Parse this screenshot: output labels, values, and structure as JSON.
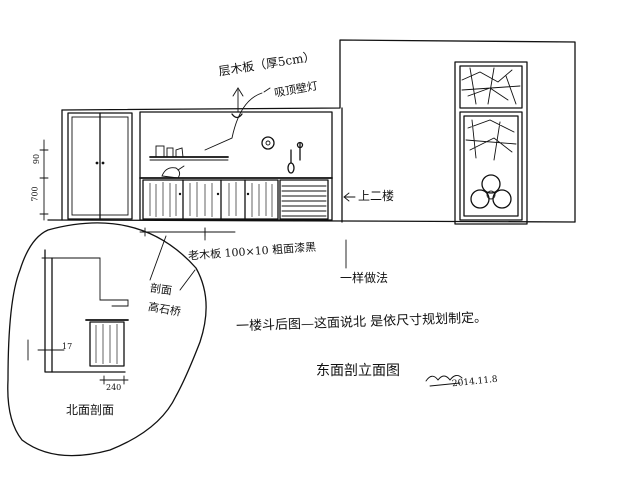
{
  "labels": {
    "wood_board": "层木板（厚5cm）",
    "wall_lamp": "吸顶壁灯",
    "upstairs": "上二楼",
    "old_wood": "老木板 100×10 粗面漆黑",
    "same_method": "一样做法",
    "section": "剖面",
    "counter_height": "高石桥",
    "note": "一楼斗后图—这面说北 是依尺寸规划制定。",
    "title": "东面剖立面图",
    "signature_date": "2014.11.8",
    "north_section": "北面剖面",
    "dim_700": "700",
    "dim_240": "240",
    "dim_17": "17",
    "dim_90": "90"
  }
}
